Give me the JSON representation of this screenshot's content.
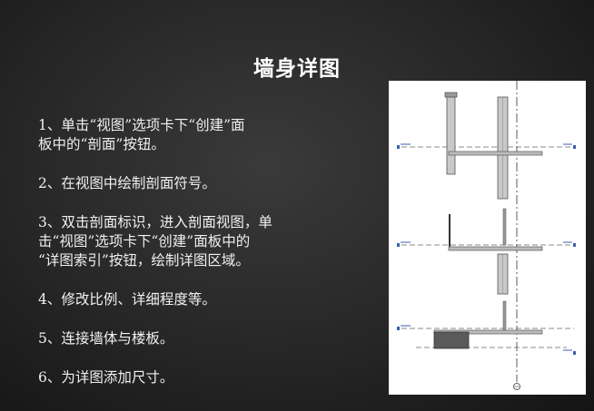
{
  "slide": {
    "title": "墙身详图",
    "steps": [
      "1、单击“视图”选项卡下“创建”面\n板中的“剖面”按钮。",
      "2、在视图中绘制剖面符号。",
      "3、双击剖面标识，进入剖面视图，单\n击“视图”选项卡下“创建”面板中的\n“详图索引”按钮，绘制详图区域。",
      "4、修改比例、详细程度等。",
      "5、连接墙体与楼板。",
      "6、为详图添加尺寸。"
    ]
  },
  "drawing": {
    "background": "#ffffff",
    "line_color": "#555555",
    "level_color": "#3a5fb0"
  }
}
